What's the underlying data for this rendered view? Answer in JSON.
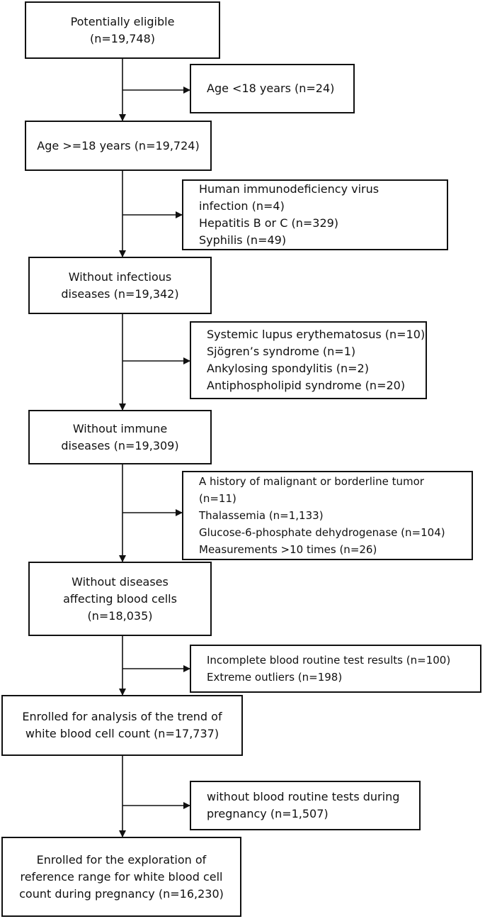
{
  "main_boxes": [
    {
      "lines": [
        "Potentially eligible",
        "(n=19,748)"
      ]
    },
    {
      "lines": [
        "Age >=18 years (n=19,724)"
      ]
    },
    {
      "lines": [
        "Without infectious",
        "diseases (n=19,342)"
      ]
    },
    {
      "lines": [
        "Without immune",
        "diseases (n=19,309)"
      ]
    },
    {
      "lines": [
        "Without diseases",
        "affecting blood cells",
        "(n=18,035)"
      ]
    },
    {
      "lines": [
        "Enrolled for analysis of the trend of",
        "white blood cell count (n=17,737)"
      ]
    },
    {
      "lines": [
        "Enrolled for the exploration of",
        "reference range for white blood cell",
        "count during pregnancy (n=16,230)"
      ]
    }
  ],
  "exclusion_boxes": [
    {
      "lines": [
        "Age <18 years (n=24)"
      ]
    },
    {
      "lines": [
        "Human immunodeficiency virus",
        "infection (n=4)",
        "Hepatitis B or C (n=329)",
        "Syphilis (n=49)"
      ]
    },
    {
      "lines": [
        "Systemic lupus erythematosus (n=10)",
        "Sjögren’s syndrome (n=1)",
        "Ankylosing spondylitis (n=2)",
        "Antiphospholipid syndrome (n=20)"
      ]
    },
    {
      "lines": [
        "A history of malignant or borderline tumor",
        "(n=11)",
        "Thalassemia (n=1,133)",
        "Glucose-6-phosphate dehydrogenase (n=104)",
        "Measurements >10 times (n=26)"
      ]
    },
    {
      "lines": [
        "Incomplete blood routine test results (n=100)",
        "Extreme outliers (n=198)"
      ]
    },
    {
      "lines": [
        "without blood routine tests during",
        "pregnancy (n=1,507)"
      ]
    }
  ]
}
